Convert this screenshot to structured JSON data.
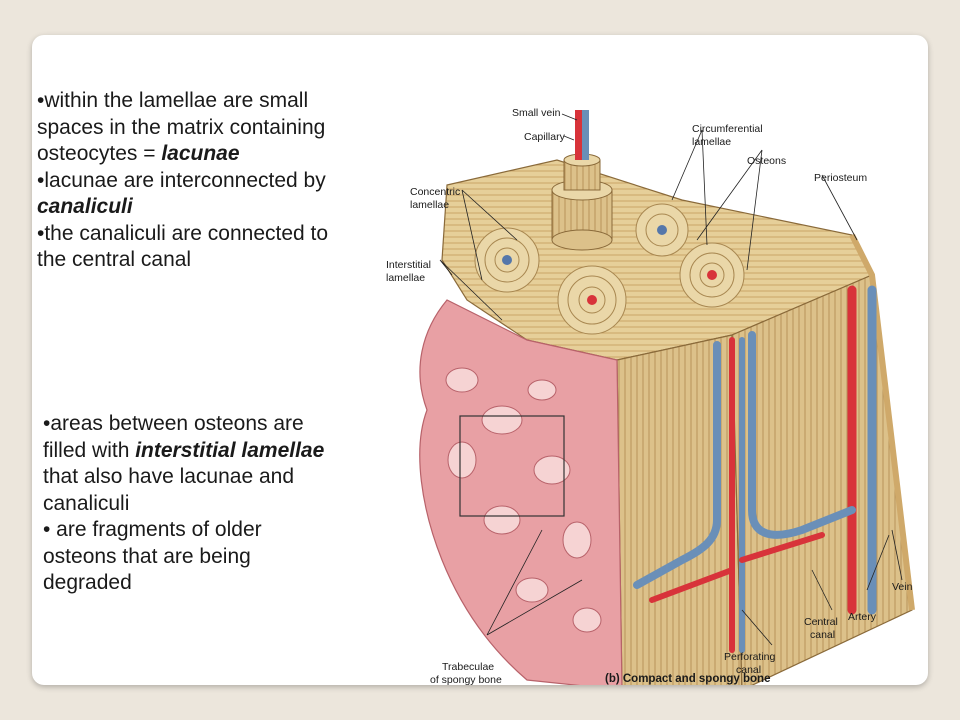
{
  "text_left_top": {
    "b1_a": "•within the lamellae are small spaces in the matrix containing osteocytes = ",
    "b1_term": "lacunae",
    "b2_a": "•lacunae are interconnected by ",
    "b2_term": "canaliculi",
    "b3": "•the canaliculi are connected to the central canal"
  },
  "text_left_bottom": {
    "b1_a": "•areas between osteons are filled with ",
    "b1_term": "interstitial lamellae",
    "b1_b": " that also have lacunae and canaliculi",
    "b2": "• are fragments of older osteons that are being degraded"
  },
  "diagram": {
    "labels": {
      "small_vein": "Small vein",
      "capillary": "Capillary",
      "circumferential_1": "Circumferential",
      "circumferential_2": "lamellae",
      "osteons": "Osteons",
      "concentric_1": "Concentric",
      "concentric_2": "lamellae",
      "periosteum": "Periosteum",
      "interstitial_1": "Interstitial",
      "interstitial_2": "lamellae",
      "vein": "Vein",
      "artery": "Artery",
      "central_1": "Central",
      "central_2": "canal",
      "perforating_1": "Perforating",
      "perforating_2": "canal",
      "trabeculae_1": "Trabeculae",
      "trabeculae_2": "of spongy bone"
    },
    "caption": "(b) Compact and spongy bone",
    "colors": {
      "bone": "#e6cf99",
      "lamella_line": "#b08850",
      "spongy": "#e8a0a4",
      "artery": "#d8333a",
      "vein": "#6a8fb8"
    }
  }
}
